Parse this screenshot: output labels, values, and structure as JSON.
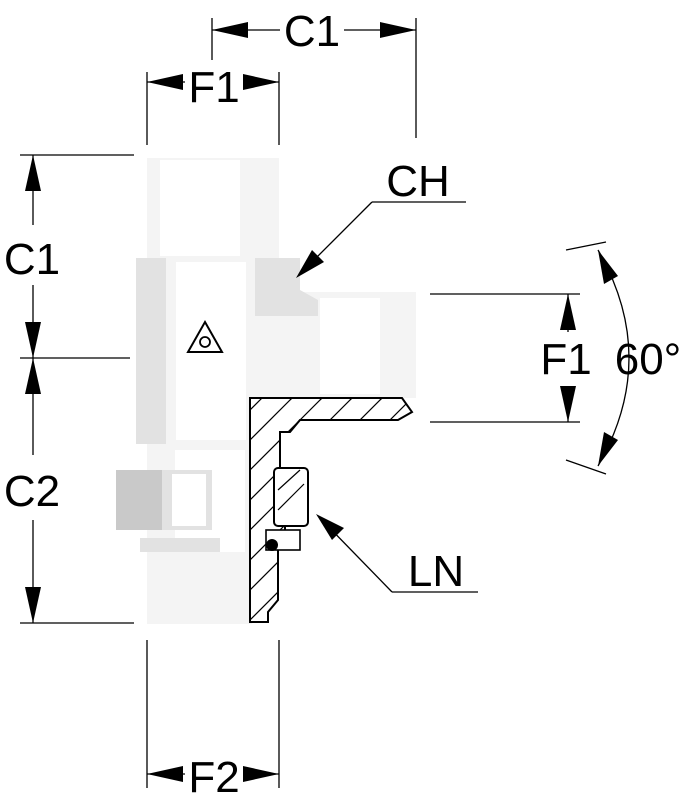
{
  "labels": {
    "c1_top": "C1",
    "f1_top": "F1",
    "c1_left": "C1",
    "c2_left": "C2",
    "ch": "CH",
    "f1_right": "F1",
    "angle": "60°",
    "ln": "LN",
    "f2_bottom": "F2"
  }
}
